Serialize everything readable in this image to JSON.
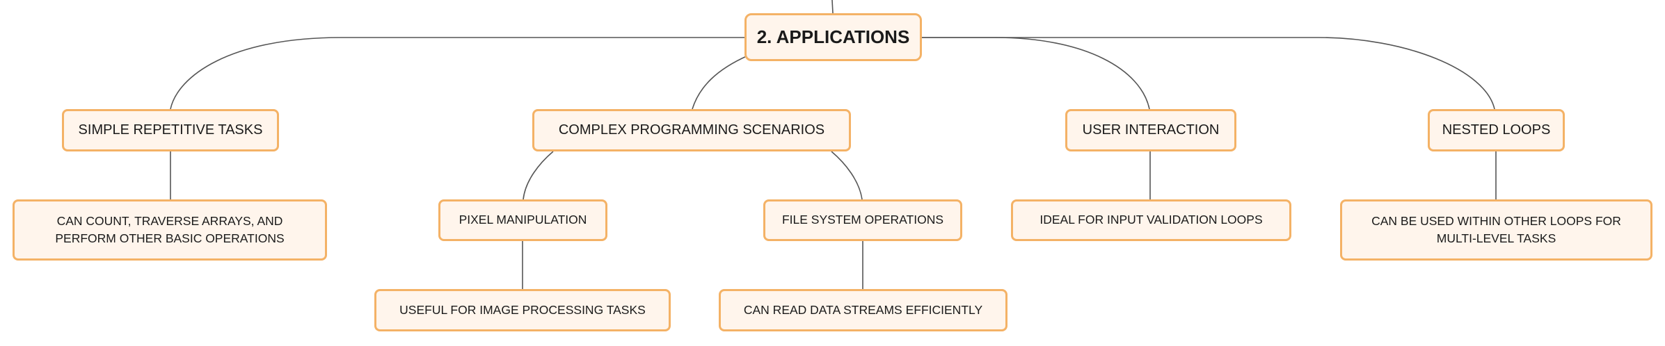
{
  "colors": {
    "node_fill": "#fff5ec",
    "node_border": "#f4b266",
    "connector": "#555555",
    "text": "#1a1a1a"
  },
  "root": {
    "label": "2. APPLICATIONS"
  },
  "branches": [
    {
      "label": "SIMPLE REPETITIVE TASKS",
      "children": [
        {
          "label": "CAN COUNT, TRAVERSE ARRAYS, AND PERFORM OTHER BASIC OPERATIONS"
        }
      ]
    },
    {
      "label": "COMPLEX PROGRAMMING SCENARIOS",
      "children": [
        {
          "label": "PIXEL MANIPULATION",
          "children": [
            {
              "label": "USEFUL FOR IMAGE PROCESSING TASKS"
            }
          ]
        },
        {
          "label": "FILE SYSTEM OPERATIONS",
          "children": [
            {
              "label": "CAN READ DATA STREAMS EFFICIENTLY"
            }
          ]
        }
      ]
    },
    {
      "label": "USER INTERACTION",
      "children": [
        {
          "label": "IDEAL FOR INPUT VALIDATION LOOPS"
        }
      ]
    },
    {
      "label": "NESTED LOOPS",
      "children": [
        {
          "label": "CAN BE USED WITHIN OTHER LOOPS FOR MULTI-LEVEL TASKS"
        }
      ]
    }
  ]
}
